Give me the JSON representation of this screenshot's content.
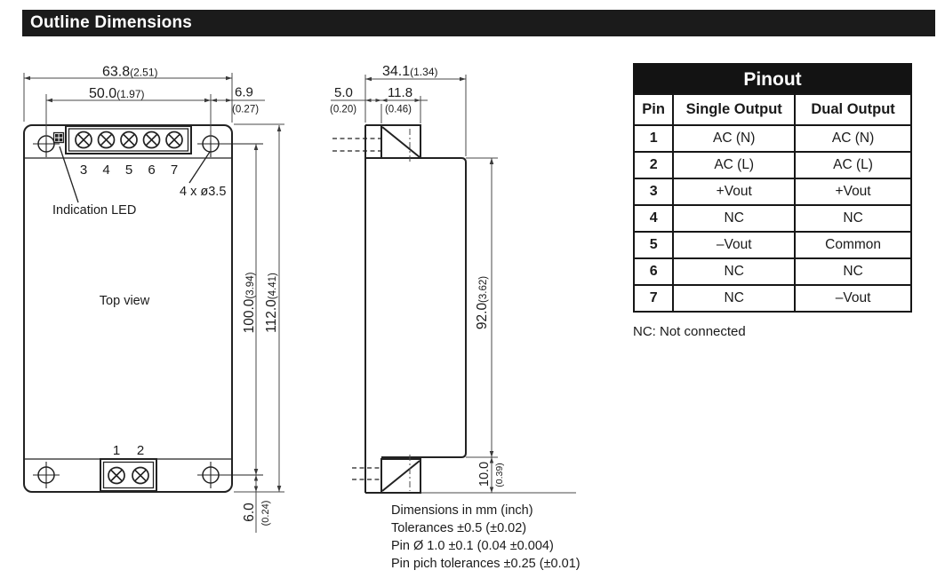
{
  "header": {
    "title": "Outline Dimensions"
  },
  "top_view": {
    "label": "Top view",
    "led_label": "Indication LED",
    "holes_label": "4 x ø3.5",
    "top_pin_numbers": [
      "3",
      "4",
      "5",
      "6",
      "7"
    ],
    "bottom_pin_numbers": [
      "1",
      "2"
    ],
    "dim_width_mm": "63.8",
    "dim_width_in": "(2.51)",
    "dim_pin_span_mm": "50.0",
    "dim_pin_span_in": "(1.97)",
    "dim_hole_edge_mm": "6.9",
    "dim_hole_edge_in": "(0.27)",
    "dim_hole_height_mm": "100.0",
    "dim_hole_height_in": "(3.94)",
    "dim_height_mm": "112.0",
    "dim_height_in": "(4.41)",
    "dim_bottom_edge_mm": "6.0",
    "dim_bottom_edge_in": "(0.24)"
  },
  "side_view": {
    "dim_depth_mm": "34.1",
    "dim_depth_in": "(1.34)",
    "dim_flange_mm": "5.0",
    "dim_flange_in": "(0.20)",
    "dim_terminal_mm": "11.8",
    "dim_terminal_in": "(0.46)",
    "dim_body_height_mm": "92.0",
    "dim_body_height_in": "(3.62)",
    "dim_terminal_height_mm": "10.0",
    "dim_terminal_height_in": "(0.39)"
  },
  "notes": {
    "line1": "Dimensions in mm (inch)",
    "line2": "Tolerances ±0.5 (±0.02)",
    "line3": "Pin Ø 1.0 ±0.1 (0.04 ±0.004)",
    "line4": "Pin pich tolerances ±0.25 (±0.01)"
  },
  "pinout": {
    "title": "Pinout",
    "columns": {
      "pin": "Pin",
      "single": "Single Output",
      "dual": "Dual Output"
    },
    "rows": [
      {
        "pin": "1",
        "single": "AC (N)",
        "dual": "AC (N)"
      },
      {
        "pin": "2",
        "single": "AC (L)",
        "dual": "AC (L)"
      },
      {
        "pin": "3",
        "single": "+Vout",
        "dual": "+Vout"
      },
      {
        "pin": "4",
        "single": "NC",
        "dual": "NC"
      },
      {
        "pin": "5",
        "single": "–Vout",
        "dual": "Common"
      },
      {
        "pin": "6",
        "single": "NC",
        "dual": "NC"
      },
      {
        "pin": "7",
        "single": "NC",
        "dual": "–Vout"
      }
    ],
    "footnote": "NC: Not connected"
  }
}
